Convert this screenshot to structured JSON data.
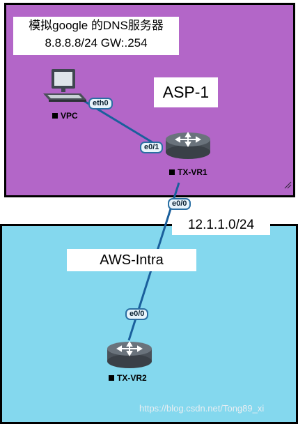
{
  "zones": {
    "asp": {
      "name": "ASP-1",
      "description_line1": "模拟google 的DNS服务器",
      "description_line2": "8.8.8.8/24 GW:.254",
      "color": "#b366c8"
    },
    "aws": {
      "name": "AWS-Intra",
      "color": "#84d8ee"
    }
  },
  "subnet_label": "12.1.1.0/24",
  "nodes": {
    "vpc": {
      "label": "VPC",
      "icon": "pc-icon"
    },
    "tx_vr1": {
      "label": "TX-VR1",
      "icon": "router-icon"
    },
    "tx_vr2": {
      "label": "TX-VR2",
      "icon": "router-icon"
    }
  },
  "ports": {
    "vpc_eth0": "eth0",
    "vr1_e0_1": "e0/1",
    "vr1_e0_0": "e0/0",
    "vr2_e0_0": "e0/0"
  },
  "watermark": "https://blog.csdn.net/Tong89_xi",
  "colors": {
    "link": "#1a5f9c",
    "router_body": "#4a5159",
    "border": "#000000"
  }
}
